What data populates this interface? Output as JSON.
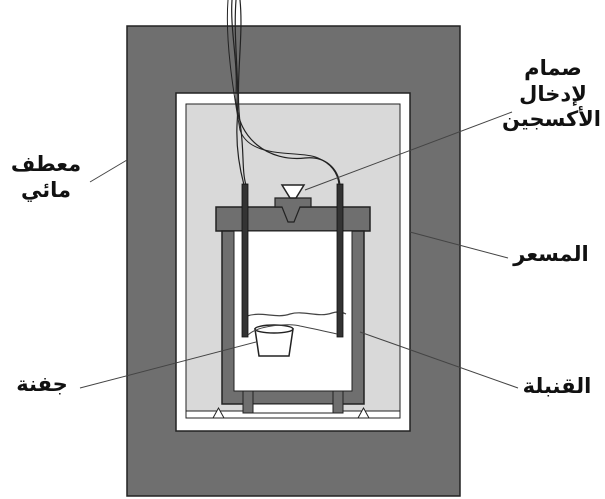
{
  "labels": {
    "oxygen_valve": [
      "صمام",
      "لإدخال",
      "الأكسجين"
    ],
    "water_jacket": [
      "معطف",
      "مائي"
    ],
    "calorimeter": "المسعر",
    "crucible": "جفنة",
    "bomb": "القنبلة"
  },
  "colors": {
    "jacket": "#6f6f6f",
    "inner_fill": "#d9d9d9",
    "bomb_body": "#6f6f6f",
    "outline": "#222222",
    "leader": "#444444"
  }
}
